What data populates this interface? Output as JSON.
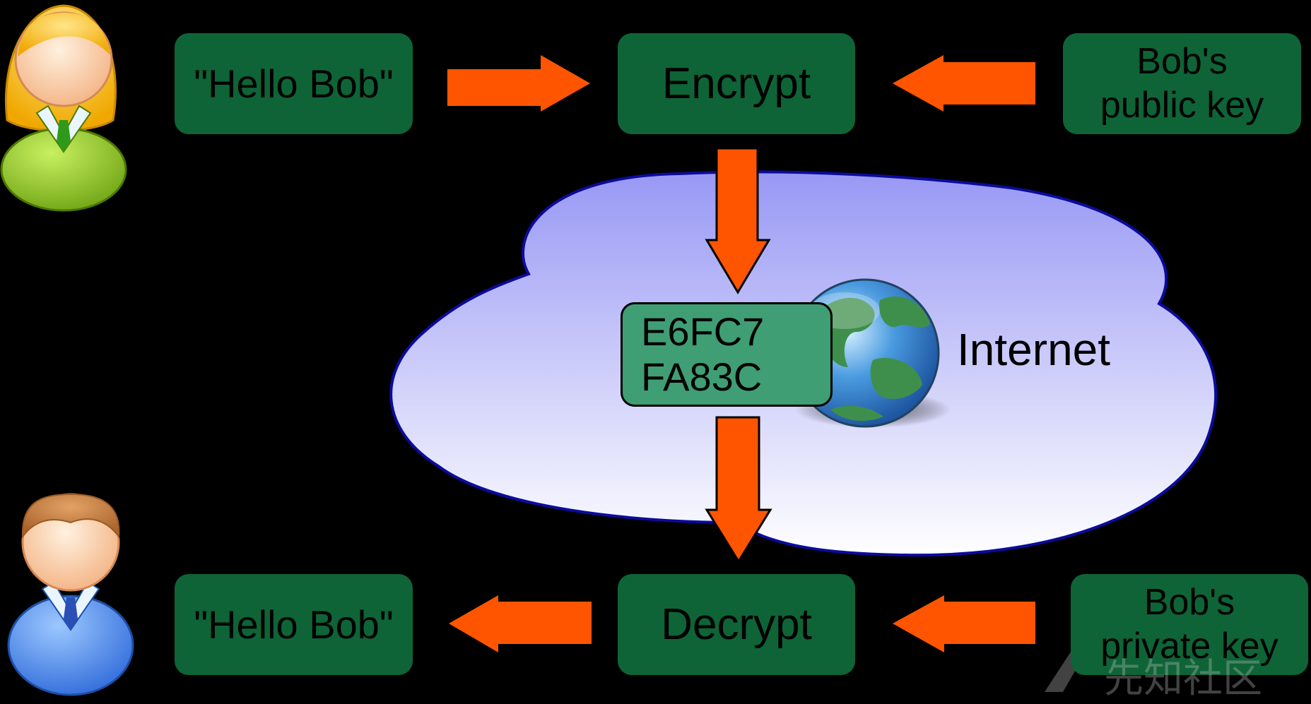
{
  "colors": {
    "background": "#000000",
    "box_fill": "#0e6436",
    "cipher_fill": "#3f9e74",
    "arrow_fill": "#ff5500",
    "cloud_top": "#9898f5",
    "cloud_bottom": "#ffffff",
    "cloud_stroke": "#0b0b9c"
  },
  "sender": {
    "avatar_icon": "alice-avatar-icon",
    "message": "\"Hello Bob\""
  },
  "encrypt": {
    "label": "Encrypt",
    "key_line1": "Bob's",
    "key_line2": "public key"
  },
  "network": {
    "ciphertext_line1": "E6FC7",
    "ciphertext_line2": "FA83C",
    "globe_icon": "globe-icon",
    "label": "Internet"
  },
  "receiver": {
    "avatar_icon": "bob-avatar-icon",
    "message": "\"Hello Bob\""
  },
  "decrypt": {
    "label": "Decrypt",
    "key_line1": "Bob's",
    "key_line2": "private key"
  },
  "watermark": {
    "text": "先知社区"
  }
}
